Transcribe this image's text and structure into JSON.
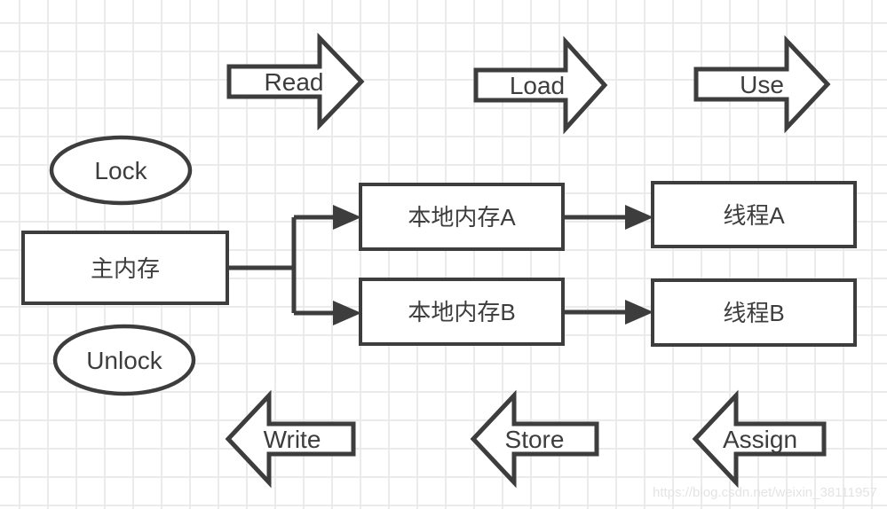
{
  "diagram": {
    "top_arrows": [
      {
        "id": "read",
        "label": "Read",
        "direction": "right"
      },
      {
        "id": "load",
        "label": "Load",
        "direction": "right"
      },
      {
        "id": "use",
        "label": "Use",
        "direction": "right"
      }
    ],
    "bottom_arrows": [
      {
        "id": "write",
        "label": "Write",
        "direction": "left"
      },
      {
        "id": "store",
        "label": "Store",
        "direction": "left"
      },
      {
        "id": "assign",
        "label": "Assign",
        "direction": "left"
      }
    ],
    "lock_nodes": [
      {
        "id": "lock",
        "label": "Lock",
        "shape": "ellipse"
      },
      {
        "id": "unlock",
        "label": "Unlock",
        "shape": "ellipse"
      }
    ],
    "memory_nodes": [
      {
        "id": "main-memory",
        "label": "主内存",
        "shape": "rectangle"
      },
      {
        "id": "local-memory-a",
        "label": "本地内存A",
        "shape": "rectangle"
      },
      {
        "id": "local-memory-b",
        "label": "本地内存B",
        "shape": "rectangle"
      },
      {
        "id": "thread-a",
        "label": "线程A",
        "shape": "rectangle"
      },
      {
        "id": "thread-b",
        "label": "线程B",
        "shape": "rectangle"
      }
    ],
    "edges": [
      {
        "from": "主内存",
        "to": "本地内存A"
      },
      {
        "from": "主内存",
        "to": "本地内存B"
      },
      {
        "from": "本地内存A",
        "to": "线程A"
      },
      {
        "from": "本地内存B",
        "to": "线程B"
      }
    ],
    "watermark": "https://blog.csdn.net/weixin_38111957"
  },
  "colors": {
    "shape_stroke": "#3d3d3d",
    "shape_fill": "#ffffff",
    "text": "#3d3d3d",
    "grid_line": "#ebebeb",
    "background": "#ffffff",
    "watermark": "#e4e4e4"
  }
}
